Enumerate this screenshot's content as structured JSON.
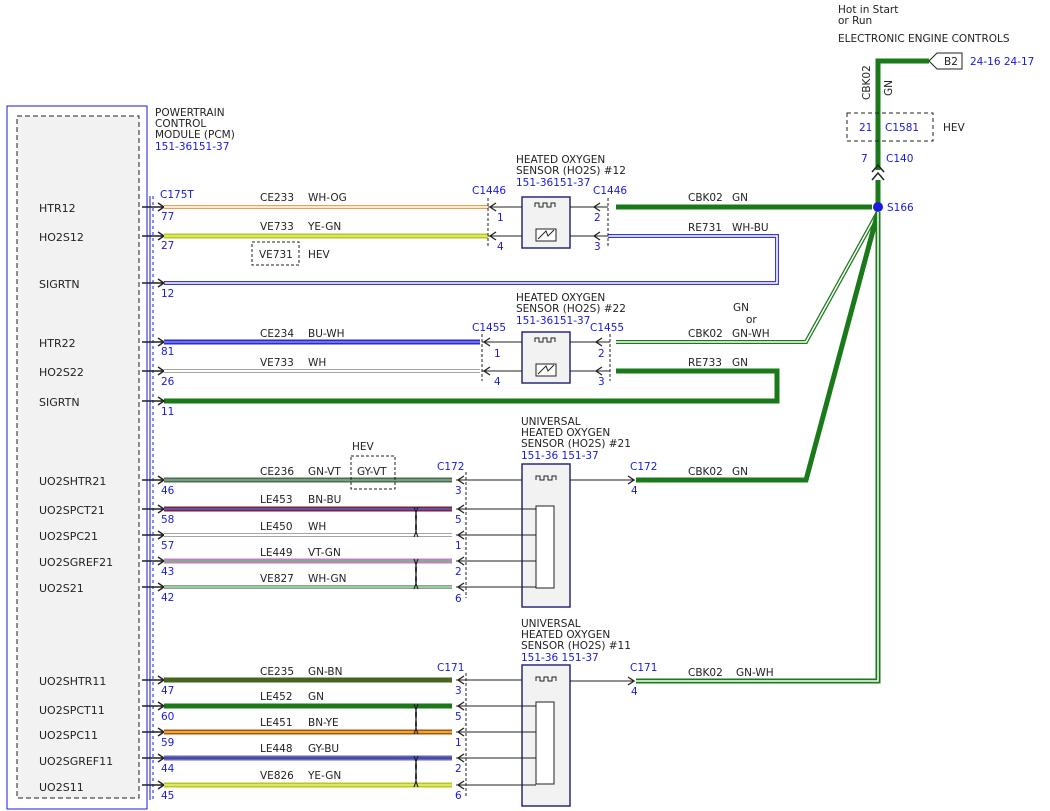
{
  "top": {
    "hot_line1": "Hot in Start",
    "hot_line2": "or Run",
    "fuse_title": "ELECTRONIC ENGINE CONTROLS",
    "b2": "B2",
    "b2_ref": "24-16 24-17",
    "cbk02_vert": "CBK02",
    "gn_vert": "GN",
    "c1581_pin": "21",
    "c1581": "C1581",
    "hev": "HEV",
    "c140_pin": "7",
    "c140": "C140",
    "splice": "S166"
  },
  "pcm": {
    "title1": "POWERTRAIN",
    "title2": "CONTROL",
    "title3": "MODULE (PCM)",
    "ref": "151-36151-37",
    "connector": "C175T",
    "pins": [
      {
        "name": "HTR12",
        "pin": "77"
      },
      {
        "name": "HO2S12",
        "pin": "27"
      },
      {
        "name": "SIGRTN",
        "pin": "12"
      },
      {
        "name": "HTR22",
        "pin": "81"
      },
      {
        "name": "HO2S22",
        "pin": "26"
      },
      {
        "name": "SIGRTN",
        "pin": "11"
      },
      {
        "name": "UO2SHTR21",
        "pin": "46"
      },
      {
        "name": "UO2SPCT21",
        "pin": "58"
      },
      {
        "name": "UO2SPC21",
        "pin": "57"
      },
      {
        "name": "UO2SGREF21",
        "pin": "43"
      },
      {
        "name": "UO2S21",
        "pin": "42"
      },
      {
        "name": "UO2SHTR11",
        "pin": "47"
      },
      {
        "name": "UO2SPCT11",
        "pin": "60"
      },
      {
        "name": "UO2SPC11",
        "pin": "59"
      },
      {
        "name": "UO2SGREF11",
        "pin": "44"
      },
      {
        "name": "UO2S11",
        "pin": "45"
      }
    ]
  },
  "wires": [
    {
      "circuit": "CE233",
      "color": "WH-OG"
    },
    {
      "circuit": "VE733",
      "color": "YE-GN"
    },
    {
      "circuit": "CE234",
      "color": "BU-WH"
    },
    {
      "circuit": "VE733",
      "color": "WH"
    },
    {
      "circuit": "CE236",
      "color": "GN-VT"
    },
    {
      "circuit": "LE453",
      "color": "BN-BU"
    },
    {
      "circuit": "LE450",
      "color": "WH"
    },
    {
      "circuit": "LE449",
      "color": "VT-GN"
    },
    {
      "circuit": "VE827",
      "color": "WH-GN"
    },
    {
      "circuit": "CE235",
      "color": "GN-BN"
    },
    {
      "circuit": "LE452",
      "color": "GN"
    },
    {
      "circuit": "LE451",
      "color": "BN-YE"
    },
    {
      "circuit": "LE448",
      "color": "GY-BU"
    },
    {
      "circuit": "VE826",
      "color": "YE-GN"
    }
  ],
  "hev_boxes": {
    "ve731": "VE731",
    "hev1": "HEV",
    "gyvt": "GY-VT",
    "hev2": "HEV"
  },
  "sensor12": {
    "title1": "HEATED OXYGEN",
    "title2": "SENSOR (HO2S) #12",
    "ref": "151-36151-37",
    "conn_left": "C1446",
    "conn_right": "C1446",
    "pin_l1": "1",
    "pin_l4": "4",
    "pin_r2": "2",
    "pin_r3": "3"
  },
  "sensor22": {
    "title1": "HEATED OXYGEN",
    "title2": "SENSOR (HO2S) #22",
    "ref": "151-36151-37",
    "conn_left": "C1455",
    "conn_right": "C1455",
    "pin_l1": "1",
    "pin_l4": "4",
    "pin_r2": "2",
    "pin_r3": "3"
  },
  "sensor21": {
    "title1": "UNIVERSAL",
    "title2": "HEATED OXYGEN",
    "title3": "SENSOR (HO2S) #21",
    "ref": "151-36 151-37",
    "conn_left": "C172",
    "conn_right": "C172",
    "pins": [
      "3",
      "5",
      "1",
      "2",
      "6"
    ],
    "pin_right": "4"
  },
  "sensor11": {
    "title1": "UNIVERSAL",
    "title2": "HEATED OXYGEN",
    "title3": "SENSOR (HO2S) #11",
    "ref": "151-36 151-37",
    "conn_left": "C171",
    "conn_right": "C171",
    "pins": [
      "3",
      "5",
      "1",
      "2",
      "6"
    ],
    "pin_right": "4"
  },
  "right_wires": {
    "w1_circuit": "CBK02",
    "w1_color": "GN",
    "w2_circuit": "RE731",
    "w2_color": "WH-BU",
    "w3_alt1": "GN",
    "w3_alt2": "or",
    "w3_circuit": "CBK02",
    "w3_color": "GN-WH",
    "w4_circuit": "RE733",
    "w4_color": "GN",
    "w5_circuit": "CBK02",
    "w5_color": "GN",
    "w6_circuit": "CBK02",
    "w6_color": "GN-WH"
  },
  "colors": {
    "blue": "#1a1adc",
    "green": "#1a7a1a",
    "navy": "#2a2a7a"
  }
}
